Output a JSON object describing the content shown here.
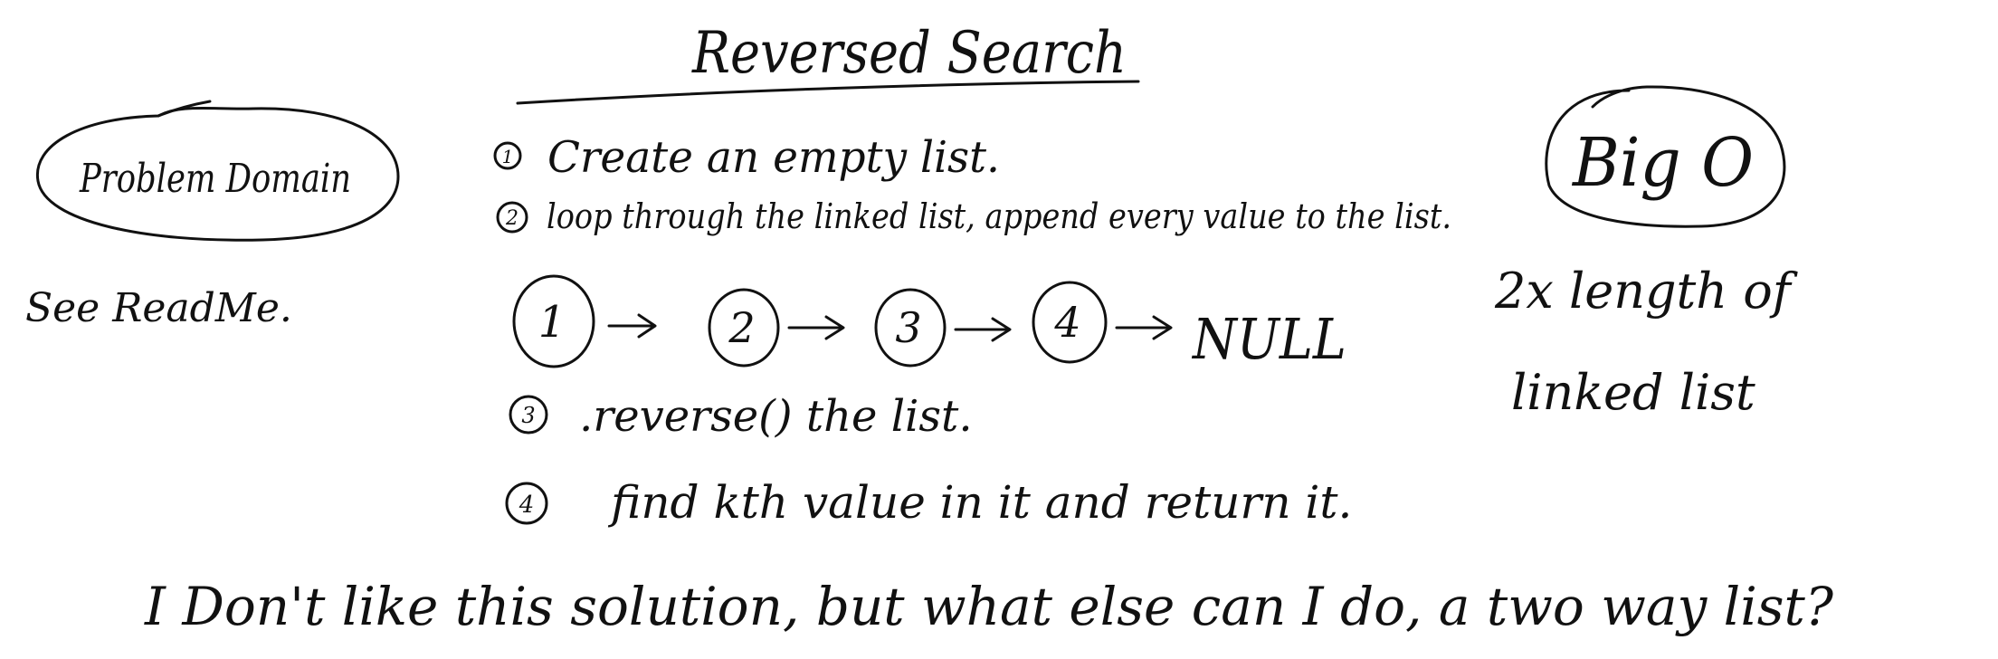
{
  "title": "Reversed Search",
  "problem_domain": {
    "label": "Problem Domain",
    "note": "See ReadMe."
  },
  "steps": [
    {
      "number": "1",
      "text": "Create an empty list."
    },
    {
      "number": "2",
      "text": "loop through the linked list, append every value to the list."
    },
    {
      "number": "3",
      "text": ".reverse() the list."
    },
    {
      "number": "4",
      "text": "find kth value in it and return it."
    }
  ],
  "linked_list": {
    "nodes": [
      "1",
      "2",
      "3",
      "4"
    ],
    "terminal": "NULL"
  },
  "big_o": {
    "label": "Big O",
    "value_line1": "2x length of",
    "value_line2": "linked list"
  },
  "footer_comment": "I Don't like this solution, but what else can I do, a two way list?"
}
